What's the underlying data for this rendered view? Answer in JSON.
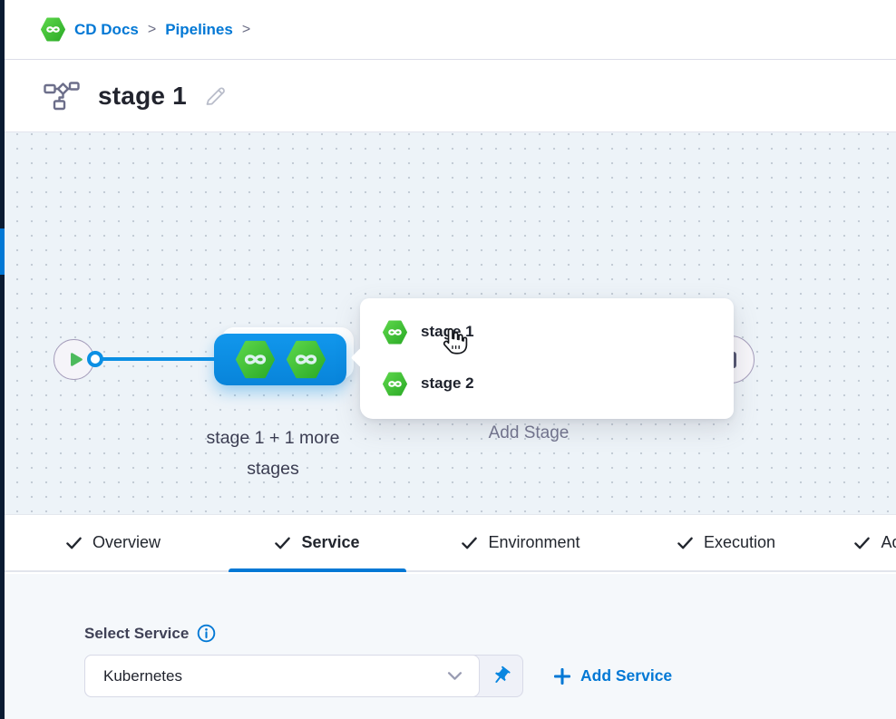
{
  "breadcrumb": {
    "separator": ">",
    "items": [
      {
        "label": "CD Docs"
      },
      {
        "label": "Pipelines"
      }
    ]
  },
  "header": {
    "title": "stage 1"
  },
  "canvas": {
    "stage_node_label": "stage 1 + 1 more stages",
    "add_stage_label": "Add Stage",
    "stage_menu": {
      "items": [
        {
          "label": "stage 1"
        },
        {
          "label": "stage 2"
        }
      ]
    }
  },
  "tabs": {
    "items": [
      {
        "label": "Overview",
        "active": false
      },
      {
        "label": "Service",
        "active": true
      },
      {
        "label": "Environment",
        "active": false
      },
      {
        "label": "Execution",
        "active": false
      },
      {
        "label": "Advanced",
        "active": false
      }
    ]
  },
  "service_panel": {
    "select_label": "Select Service",
    "service_value": "Kubernetes",
    "add_service_label": "Add Service"
  },
  "colors": {
    "primary_blue": "#0278d5",
    "node_blue": "#0b8fe4",
    "harness_green": "#42ba24",
    "sidebar_dark": "#0a1b32"
  }
}
